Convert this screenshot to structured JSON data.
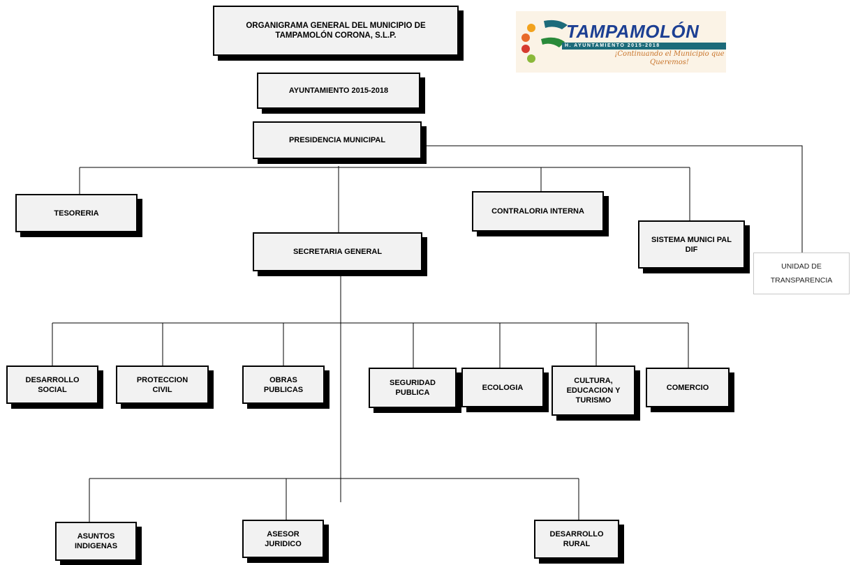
{
  "title": "ORGANIGRAMA GENERAL DEL MUNICIPIO DE\nTAMPAMOLÓN CORONA, S.L.P.",
  "logo": {
    "title": "TAMPAMOLÓN",
    "subtitle": "H. AYUNTAMIENTO 2015-2018",
    "slogan": "¡Continuando el Municipio que Queremos!",
    "colors": {
      "primary": "#1c3f93",
      "accent": "#c8742a",
      "band": "#1c6b7a"
    }
  },
  "nodes": {
    "ayuntamiento": "AYUNTAMIENTO 2015-2018",
    "presidencia": "PRESIDENCIA MUNICIPAL",
    "tesoreria": "TESORERIA",
    "contraloria": "CONTRALORIA INTERNA",
    "dif": "SISTEMA MUNICI PAL\nDIF",
    "transparencia": "UNIDAD DE\nTRANSPARENCIA",
    "secretaria": "SECRETARIA GENERAL",
    "desarrollo_social": "DESARROLLO\nSOCIAL",
    "proteccion_civil": "PROTECCION\nCIVIL",
    "obras_publicas": "OBRAS\nPUBLICAS",
    "seguridad_publica": "SEGURIDAD\nPUBLICA",
    "ecologia": "ECOLOGIA",
    "cultura": "CULTURA,\nEDUCACION  Y\nTURISMO",
    "comercio": "COMERCIO",
    "asuntos_indigenas": "ASUNTOS\nINDIGENAS",
    "asesor_juridico": "ASESOR\nJURIDICO",
    "desarrollo_rural": "DESARROLLO\nRURAL"
  }
}
